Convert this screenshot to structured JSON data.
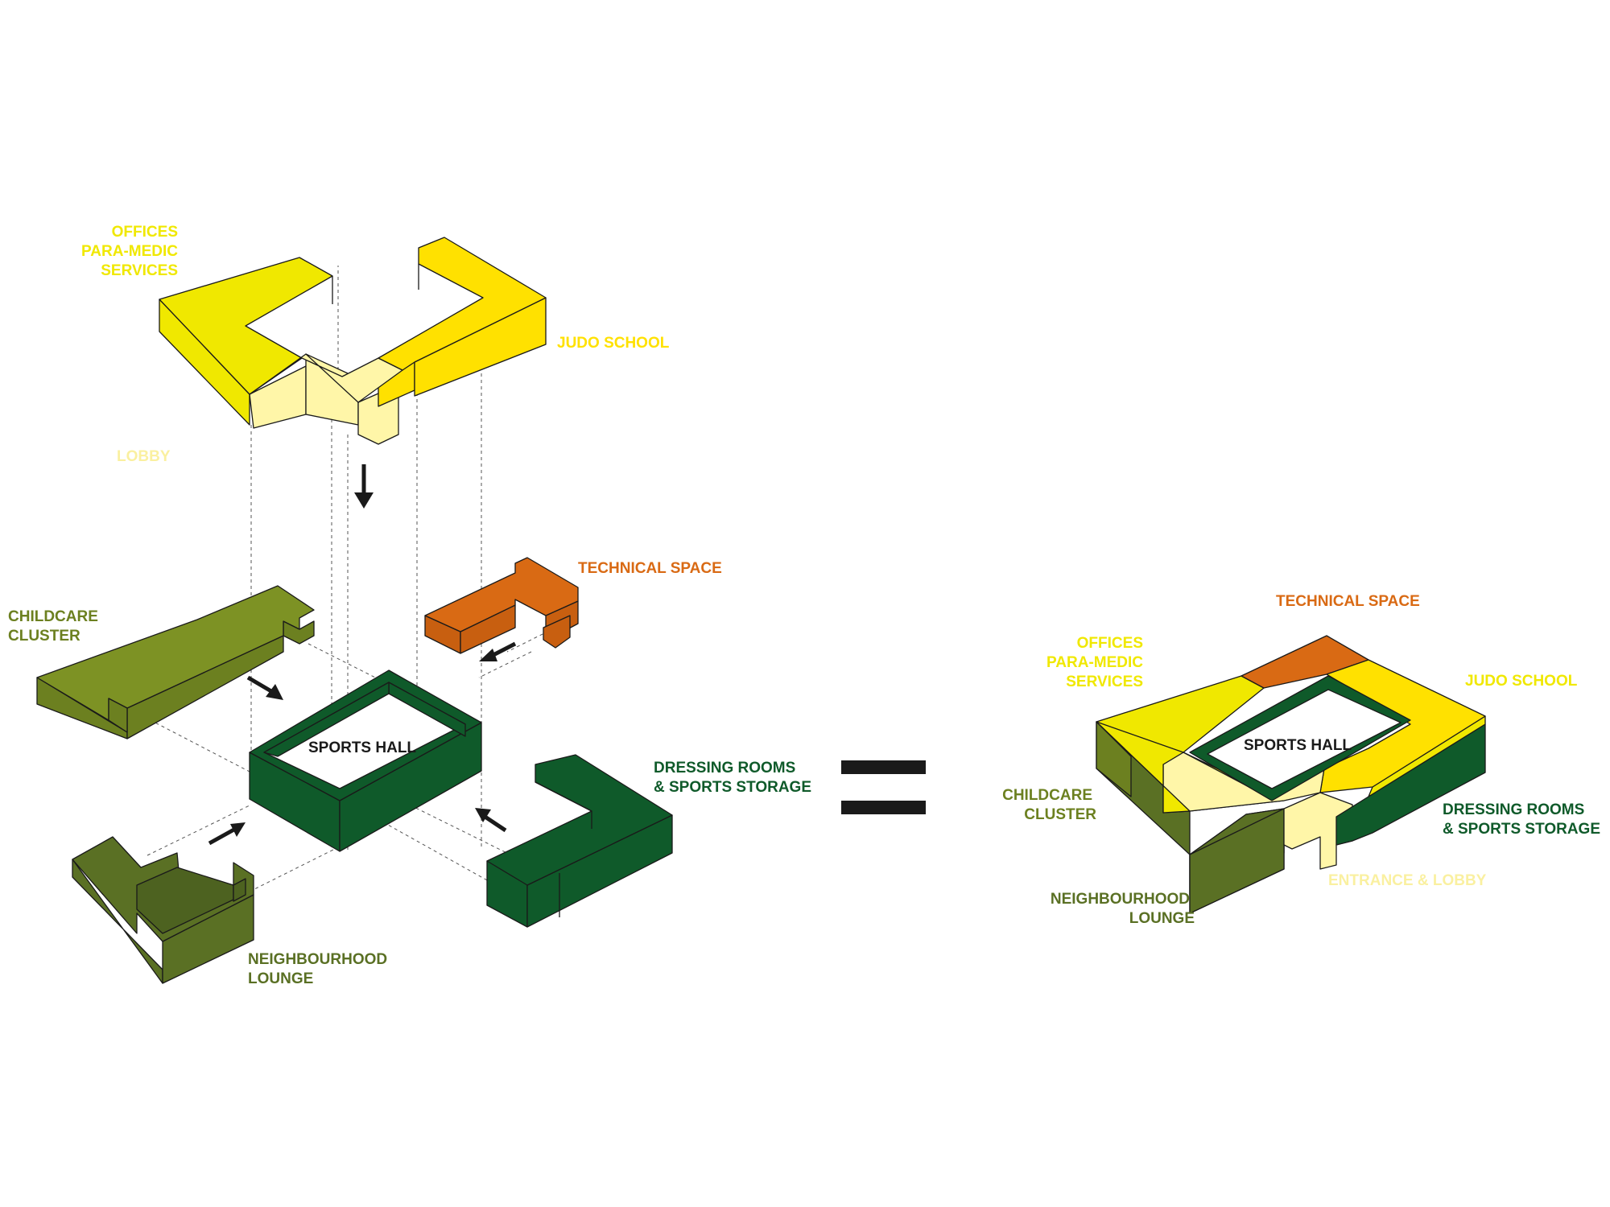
{
  "colors": {
    "yellow": "#f0e800",
    "yellow_bright": "#ffe100",
    "pale_yellow": "#fff6a8",
    "lobby_label": "#faf0a0",
    "orange": "#d96a14",
    "olive": "#788c22",
    "olive_dark": "#5a7024",
    "green": "#0f5a2a",
    "text_dark": "#1a1a1a"
  },
  "exploded": {
    "offices": [
      "OFFICES",
      "PARA-MEDIC",
      "SERVICES"
    ],
    "judo_school": "JUDO SCHOOL",
    "lobby": "LOBBY",
    "technical_space": "TECHNICAL SPACE",
    "childcare": [
      "CHILDCARE",
      "CLUSTER"
    ],
    "sports_hall": "SPORTS HALL",
    "dressing": [
      "DRESSING ROOMS",
      "& SPORTS STORAGE"
    ],
    "neighbourhood": [
      "NEIGHBOURHOOD",
      "LOUNGE"
    ]
  },
  "equals_icon": "equals-sign",
  "arrow_icon": "arrow",
  "assembled": {
    "technical_space": "TECHNICAL SPACE",
    "offices": [
      "OFFICES",
      "PARA-MEDIC",
      "SERVICES"
    ],
    "judo_school": "JUDO SCHOOL",
    "sports_hall": "SPORTS HALL",
    "childcare": [
      "CHILDCARE",
      "CLUSTER"
    ],
    "dressing": [
      "DRESSING ROOMS",
      "& SPORTS STORAGE"
    ],
    "entrance_lobby": "ENTRANCE & LOBBY",
    "neighbourhood": [
      "NEIGHBOURHOOD",
      "LOUNGE"
    ]
  }
}
